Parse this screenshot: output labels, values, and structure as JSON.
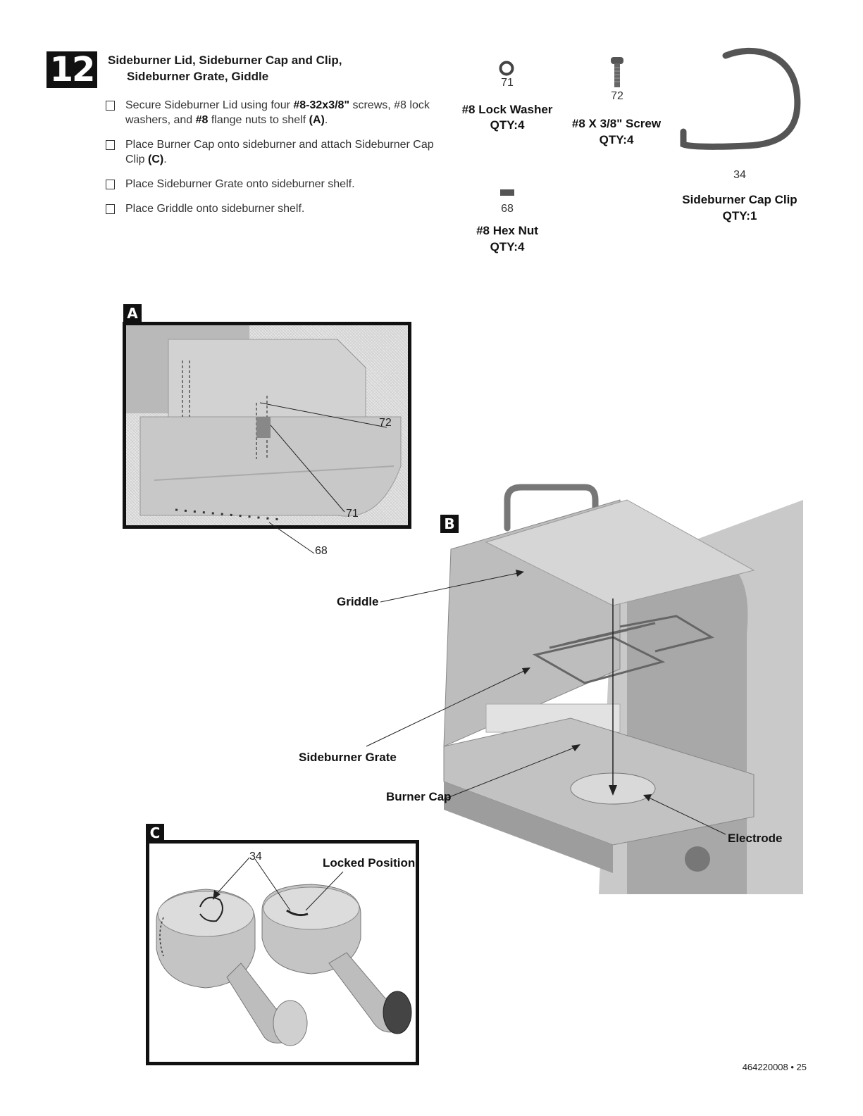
{
  "step": {
    "number": "12",
    "title_line1": "Sideburner Lid, Sideburner Cap and Clip,",
    "title_line2": "Sideburner Grate, Giddle"
  },
  "instructions": [
    {
      "pre": "Secure Sideburner Lid using four ",
      "bold1": "#8-32x3/8\"",
      "mid": " screws, #8 lock washers, and ",
      "bold2": "#8",
      "post": " flange nuts to shelf ",
      "ref": "(A)",
      "end": "."
    },
    {
      "pre": "Place Burner Cap onto sideburner and attach Sideburner Cap Clip ",
      "ref": "(C)",
      "end": "."
    },
    {
      "text": "Place Sideburner Grate onto sideburner shelf."
    },
    {
      "text": "Place Griddle  onto sideburner shelf."
    }
  ],
  "parts": [
    {
      "num": "71",
      "name": "#8 Lock Washer",
      "qty": "QTY:4",
      "icon": "lock-washer-icon"
    },
    {
      "num": "72",
      "name": "#8 X 3/8\" Screw",
      "qty": "QTY:4",
      "icon": "screw-icon"
    },
    {
      "num": "34",
      "name": "Sideburner Cap Clip",
      "qty": "QTY:1",
      "icon": "cap-clip-icon"
    },
    {
      "num": "68",
      "name": "#8 Hex Nut",
      "qty": "QTY:4",
      "icon": "hex-nut-icon"
    }
  ],
  "panels": {
    "a": {
      "letter": "A",
      "callouts": [
        "72",
        "71",
        "68"
      ]
    },
    "b": {
      "letter": "B",
      "callouts": [
        "Griddle",
        "Sideburner Grate",
        "Burner Cap",
        "Electrode"
      ]
    },
    "c": {
      "letter": "C",
      "callout_num": "34",
      "callout_label": "Locked Position"
    }
  },
  "footer": "464220008 • 25"
}
